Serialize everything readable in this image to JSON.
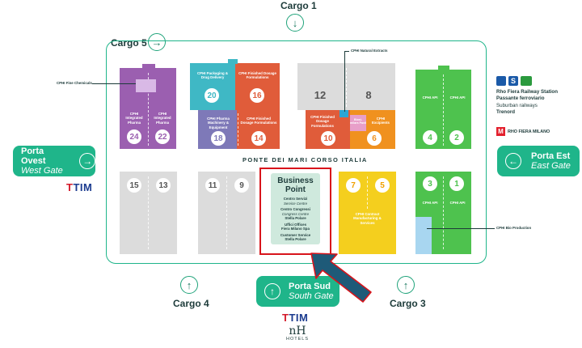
{
  "cargo": {
    "c1": "Cargo 1",
    "c3": "Cargo 3",
    "c4": "Cargo 4",
    "c5": "Cargo 5"
  },
  "gates": {
    "west": {
      "name": "Porta Ovest",
      "sub": "West Gate"
    },
    "east": {
      "name": "Porta Est",
      "sub": "East Gate"
    },
    "south": {
      "name": "Porta Sud",
      "sub": "South Gate"
    }
  },
  "bridge": "PONTE DEI MARI CORSO ITALIA",
  "halls": {
    "h24": "24",
    "h22": "22",
    "h20": "20",
    "h16": "16",
    "h18": "18",
    "h14": "14",
    "h12": "12",
    "h8": "8",
    "h10": "10",
    "h6": "6",
    "h4": "4",
    "h2": "2",
    "h15": "15",
    "h13": "13",
    "h11": "11",
    "h9": "9",
    "h7": "7",
    "h5": "5",
    "h3": "3",
    "h1": "1"
  },
  "hall_labels": {
    "integrated_pharma": "CPHI Integrated Pharma",
    "packaging": "CPHI Packaging & Drug Delivery",
    "finished_dosage": "CPHI Finished Dosage Formulations",
    "pharma_machinery": "CPHI Pharma Machinery & Equipment",
    "finished_dosage_2": "CPHI Finished Dosage Formulations",
    "excipients": "CPHI Excipients",
    "biosimilars": "Biosi- milars Pavil",
    "api": "CPHI API",
    "contract_manufacturing": "CPHI Contract Manufacturing & Services"
  },
  "callouts": {
    "fine_chemicals": "CPHI Fine Chemicals",
    "natural_extracts": "CPHI Natural Extracts",
    "bio_production": "CPHI Bio Production"
  },
  "business_point": {
    "title": "Business Point",
    "lines": [
      {
        "text": "Centro Servizi",
        "style": "b"
      },
      {
        "text": "Service Centre",
        "style": "it"
      },
      {
        "text": "Centro Congressi",
        "style": "b"
      },
      {
        "text": "Congress Centre",
        "style": "it"
      },
      {
        "text": "Stella Polare",
        "style": "b"
      },
      {
        "text": "Uffici Offices",
        "style": "b"
      },
      {
        "text": "Fiera Milano Spa",
        "style": "b"
      },
      {
        "text": "Customer Service",
        "style": "b"
      },
      {
        "text": "Stella Polare",
        "style": "b"
      }
    ]
  },
  "station": {
    "title": "Rho Fiera Railway Station",
    "passante": "Passante ferroviario",
    "suburban": "Suburban railways",
    "trenord": "Trenord",
    "metro": "RHO FIERA MILANO",
    "metro_logo": "M",
    "s_logo": "S"
  },
  "sponsors": {
    "tim_prefix": "T",
    "tim": "TIM",
    "nh": "nH",
    "hotels": "HOTELS"
  },
  "colors": {
    "gate": "#1fb58a",
    "purple": "#9b5fb0",
    "teal": "#3fb8c5",
    "orange_red": "#e05c3a",
    "lavender": "#7e79b8",
    "orange": "#f0911f",
    "green": "#4ec24e",
    "yellow": "#f4cf1e",
    "grey": "#dcdcdc",
    "highlight": "#d8141b",
    "arrow": "#1e5a78"
  }
}
